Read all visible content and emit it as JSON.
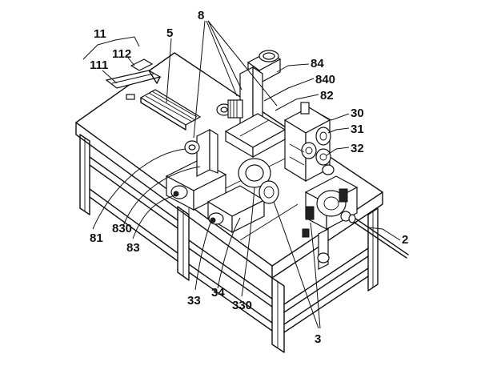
{
  "labels": {
    "l11": "11",
    "l112": "112",
    "l111": "111",
    "l5": "5",
    "l8": "8",
    "l84": "84",
    "l840": "840",
    "l82": "82",
    "l30": "30",
    "l31": "31",
    "l32": "32",
    "l2": "2",
    "l81": "81",
    "l830": "830",
    "l83": "83",
    "l33": "33",
    "l34": "34",
    "l330": "330",
    "l3": "3"
  }
}
